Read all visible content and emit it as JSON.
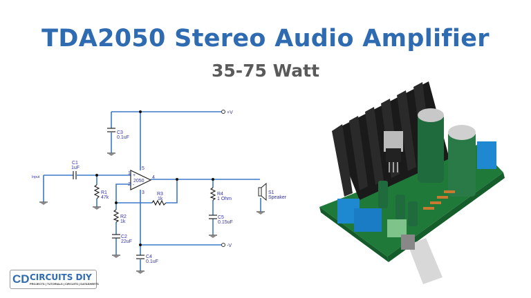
{
  "header": {
    "title": "TDA2050 Stereo Audio Amplifier",
    "subtitle": "35-75 Watt"
  },
  "schematic": {
    "input": "Input",
    "vplus": "+V",
    "vminus": "-V",
    "ic": "2050",
    "pins": {
      "p1": "1",
      "p2": "2",
      "p3": "3",
      "p4": "4",
      "p5": "5",
      "plus": "+",
      "minus": "-"
    },
    "c1": {
      "ref": "C1",
      "val": "1uF"
    },
    "r1": {
      "ref": "R1",
      "val": "47k"
    },
    "c3": {
      "ref": "C3",
      "val": "0.1uF"
    },
    "r2": {
      "ref": "R2",
      "val": "1k"
    },
    "c2": {
      "ref": "C2",
      "val": "22uF"
    },
    "r3": {
      "ref": "R3",
      "val": "1k"
    },
    "c4": {
      "ref": "C4",
      "val": "0.1uF"
    },
    "r4": {
      "ref": "R4",
      "val": "1 Ohm"
    },
    "c5": {
      "ref": "C5",
      "val": "0.15uF"
    },
    "s1": {
      "ref": "S1",
      "val": "Speaker"
    }
  },
  "logo": {
    "mark": "CD",
    "name": "CIRCUITS DIY",
    "tagline": "PROJECTS | TUTORIALS | CIRCUITS | DATASHEETS"
  }
}
